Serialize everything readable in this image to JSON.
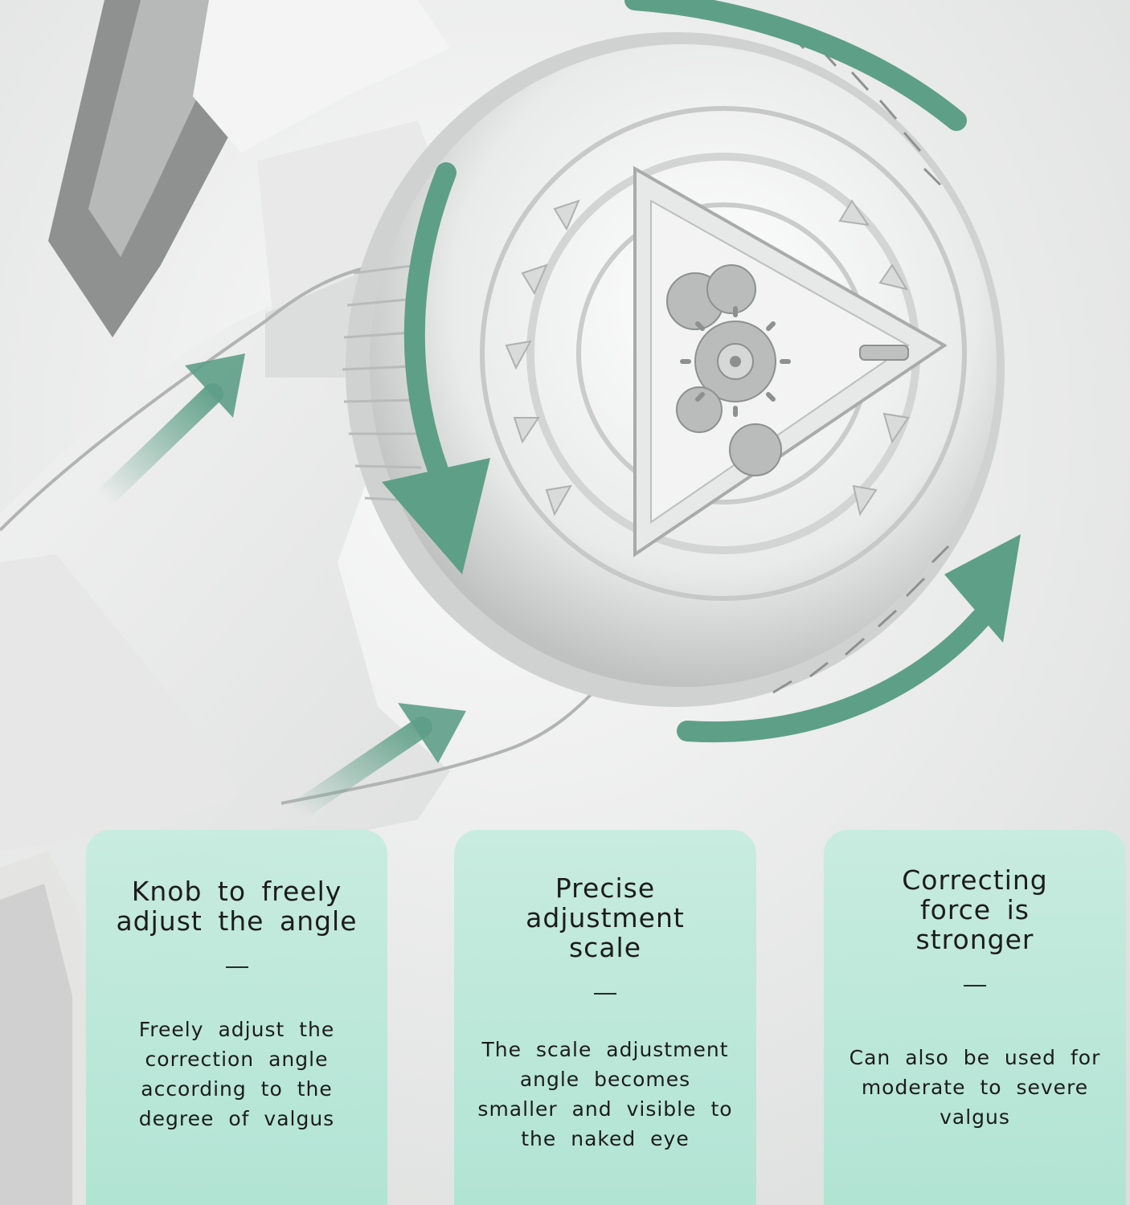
{
  "colors": {
    "arrow": "#5e9f88",
    "card": "#bfe9db",
    "text": "#1c1c1c"
  },
  "cards": [
    {
      "title": "Knob to freely adjust the angle",
      "dash": "—",
      "description": "Freely adjust the correction angle according to the degree of valgus"
    },
    {
      "title": "Precise adjustment scale",
      "dash": "—",
      "description": "The scale adjustment angle becomes smaller and visible to the naked eye"
    },
    {
      "title": "Correcting force is stronger",
      "dash": "—",
      "description": "Can also be used for moderate to severe valgus"
    }
  ]
}
